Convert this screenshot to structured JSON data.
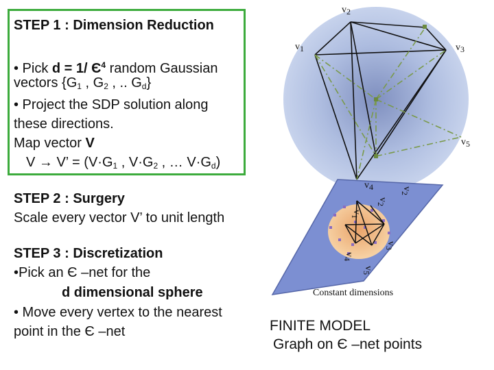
{
  "step1": {
    "title": "STEP 1 : Dimension Reduction",
    "line1_pre": "• Pick ",
    "line1_bold": "d = 1/ Є",
    "line1_sup": "4",
    "line1_post": " random Gaussian",
    "line2_pre": "vectors {G",
    "line2_sub1": "1",
    "line2_mid1": " , G",
    "line2_sub2": "2",
    "line2_mid2": " , .. G",
    "line2_sub3": "d",
    "line2_post": "}",
    "line3": "• Project the SDP solution along",
    "line4": "these directions.",
    "line5_pre": "Map vector ",
    "line5_bold": "V",
    "line6_a": "V → V’ = (V·G",
    "line6_s1": "1",
    "line6_b": " , V·G",
    "line6_s2": "2",
    "line6_c": " , … V·G",
    "line6_s3": "d",
    "line6_d": ")"
  },
  "step2": {
    "title": "STEP 2 : Surgery",
    "line1": "Scale every vector V’ to unit length"
  },
  "step3": {
    "title": "STEP 3 : Discretization",
    "line1": "•Pick an Є –net for the",
    "line2": "d dimensional sphere",
    "line3": "• Move every vertex to the nearest",
    "line4": "point in the Є –net"
  },
  "sphere_labels": {
    "v1": "v1",
    "v2": "v2",
    "v3": "v3",
    "v4": "v4",
    "v5": "v5"
  },
  "plane_labels": {
    "v1": "v1",
    "v2": "v2",
    "v3": "v3",
    "v4": "v4",
    "v5": "v5"
  },
  "captions": {
    "constant": "Constant dimensions",
    "finite_line1": "FINITE MODEL",
    "finite_line2": "Graph on Є –net points"
  },
  "colors": {
    "green_border": "#3cab3c",
    "sphere": "#b7c6e4",
    "plane": "#7c8fd2",
    "dash_green": "#7a9a4a"
  }
}
